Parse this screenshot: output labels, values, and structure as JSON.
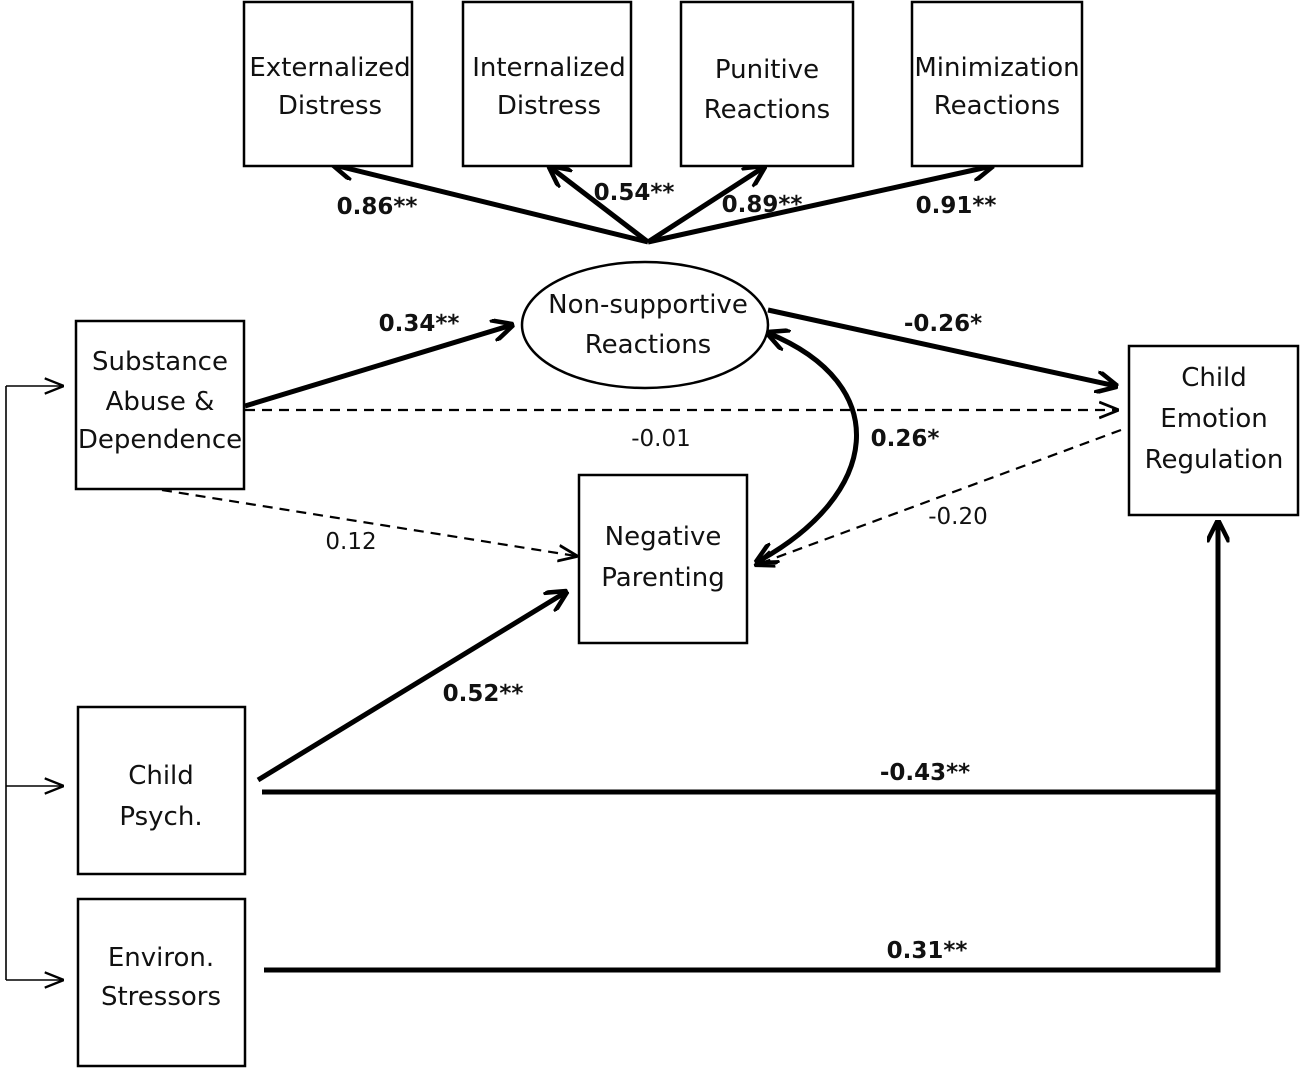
{
  "diagram": {
    "nodes": {
      "externalized_distress": {
        "lines": [
          "Externalized",
          "Distress"
        ]
      },
      "internalized_distress": {
        "lines": [
          "Internalized",
          "Distress"
        ]
      },
      "punitive_reactions": {
        "lines": [
          "Punitive",
          "Reactions"
        ]
      },
      "minimization_reactions": {
        "lines": [
          "Minimization",
          "Reactions"
        ]
      },
      "non_supportive_reactions": {
        "lines": [
          "Non-supportive",
          "Reactions"
        ]
      },
      "substance_abuse": {
        "lines": [
          "Substance",
          "Abuse &",
          "Dependence"
        ]
      },
      "child_emotion_regulation": {
        "lines": [
          "Child",
          "Emotion",
          "Regulation"
        ]
      },
      "negative_parenting": {
        "lines": [
          "Negative",
          "Parenting"
        ]
      },
      "child_psych": {
        "lines": [
          "Child",
          "Psych."
        ]
      },
      "environ_stressors": {
        "lines": [
          "Environ.",
          "Stressors"
        ]
      }
    },
    "coefficients": {
      "to_externalized": "0.86**",
      "to_internalized": "0.54**",
      "to_punitive": "0.89**",
      "to_minimization": "0.91**",
      "substance_to_nonsupportive": "0.34**",
      "nonsupportive_to_regulation": "-0.26*",
      "substance_to_regulation": "-0.01",
      "nonsupportive_with_parenting": "0.26*",
      "substance_to_parenting": "0.12",
      "parenting_to_regulation": "-0.20",
      "psych_to_parenting": "0.52**",
      "psych_to_regulation": "-0.43**",
      "stressors_to_regulation": "0.31**"
    }
  }
}
